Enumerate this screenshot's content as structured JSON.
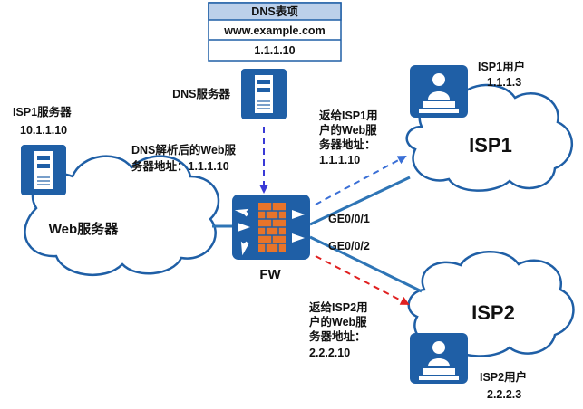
{
  "dns_table": {
    "title": "DNS表项",
    "domain": "www.example.com",
    "ip": "1.1.1.10"
  },
  "dns_server": {
    "label": "DNS服务器"
  },
  "dns_note": {
    "line1": "DNS解析后的Web服",
    "line2": "务器地址：1.1.1.10"
  },
  "web_server": {
    "isp_label": "ISP1服务器",
    "ip": "10.1.1.10",
    "cloud_label": "Web服务器"
  },
  "firewall": {
    "label": "FW"
  },
  "interfaces": {
    "ge1": "GE0/0/1",
    "ge2": "GE0/0/2"
  },
  "isp1": {
    "cloud_label": "ISP1",
    "user_label": "ISP1用户",
    "user_ip": "1.1.1.3",
    "return_note": [
      "返给ISP1用",
      "户的Web服",
      "务器地址：",
      "1.1.1.10"
    ]
  },
  "isp2": {
    "cloud_label": "ISP2",
    "user_label": "ISP2用户",
    "user_ip": "2.2.2.3",
    "return_note": [
      "返给ISP2用",
      "户的Web服",
      "务器地址：",
      "2.2.2.10"
    ]
  },
  "colors": {
    "device_blue": "#1f5fa6",
    "link_line": "#2e75b6",
    "dns_arrow": "#3a3ad6",
    "isp1_arrow": "#3a6fd6",
    "isp2_arrow": "#e02020",
    "firewall_brick": "#e8742a",
    "cloud_stroke": "#1f5fa6",
    "table_header": "#bcd0ea"
  }
}
